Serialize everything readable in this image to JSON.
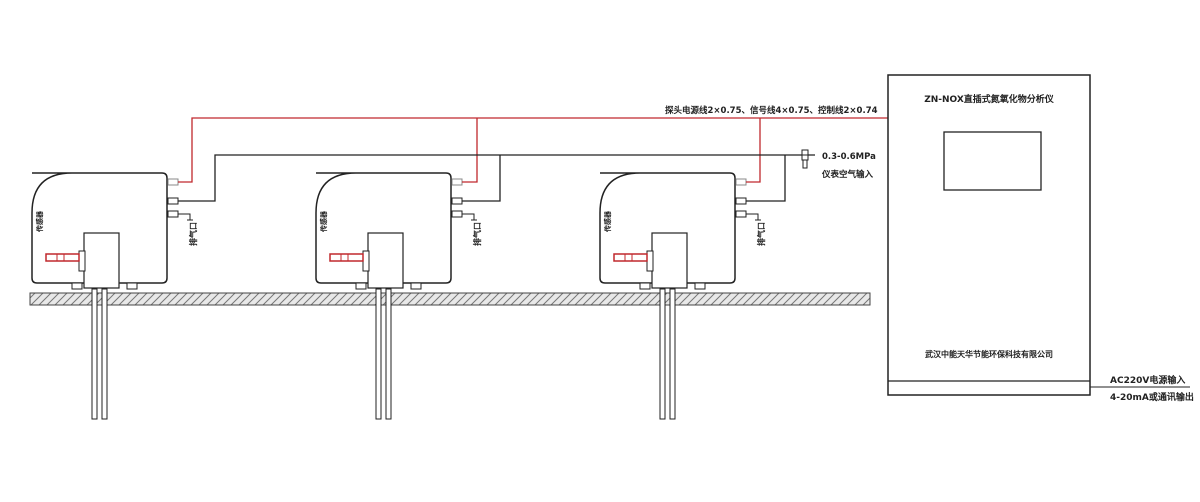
{
  "cable_label": "探头电源线2×0.75、信号线4×0.75、控制线2×0.74",
  "air_pressure": "0.3-0.6MPa",
  "air_input_label": "仪表空气输入",
  "analyzer": {
    "title": "ZN-NOX直插式氮氧化物分析仪",
    "company": "武汉中能天华节能环保科技有限公司"
  },
  "power_input": "AC220V电源输入",
  "signal_output": "4-20mA或通讯输出",
  "probe_units": [
    {
      "sensor_label": "传感器",
      "exhaust_label": "排气口"
    },
    {
      "sensor_label": "传感器",
      "exhaust_label": "排气口"
    },
    {
      "sensor_label": "传感器",
      "exhaust_label": "排气口"
    }
  ],
  "colors": {
    "cable": "#c0282d",
    "line": "#222222"
  }
}
